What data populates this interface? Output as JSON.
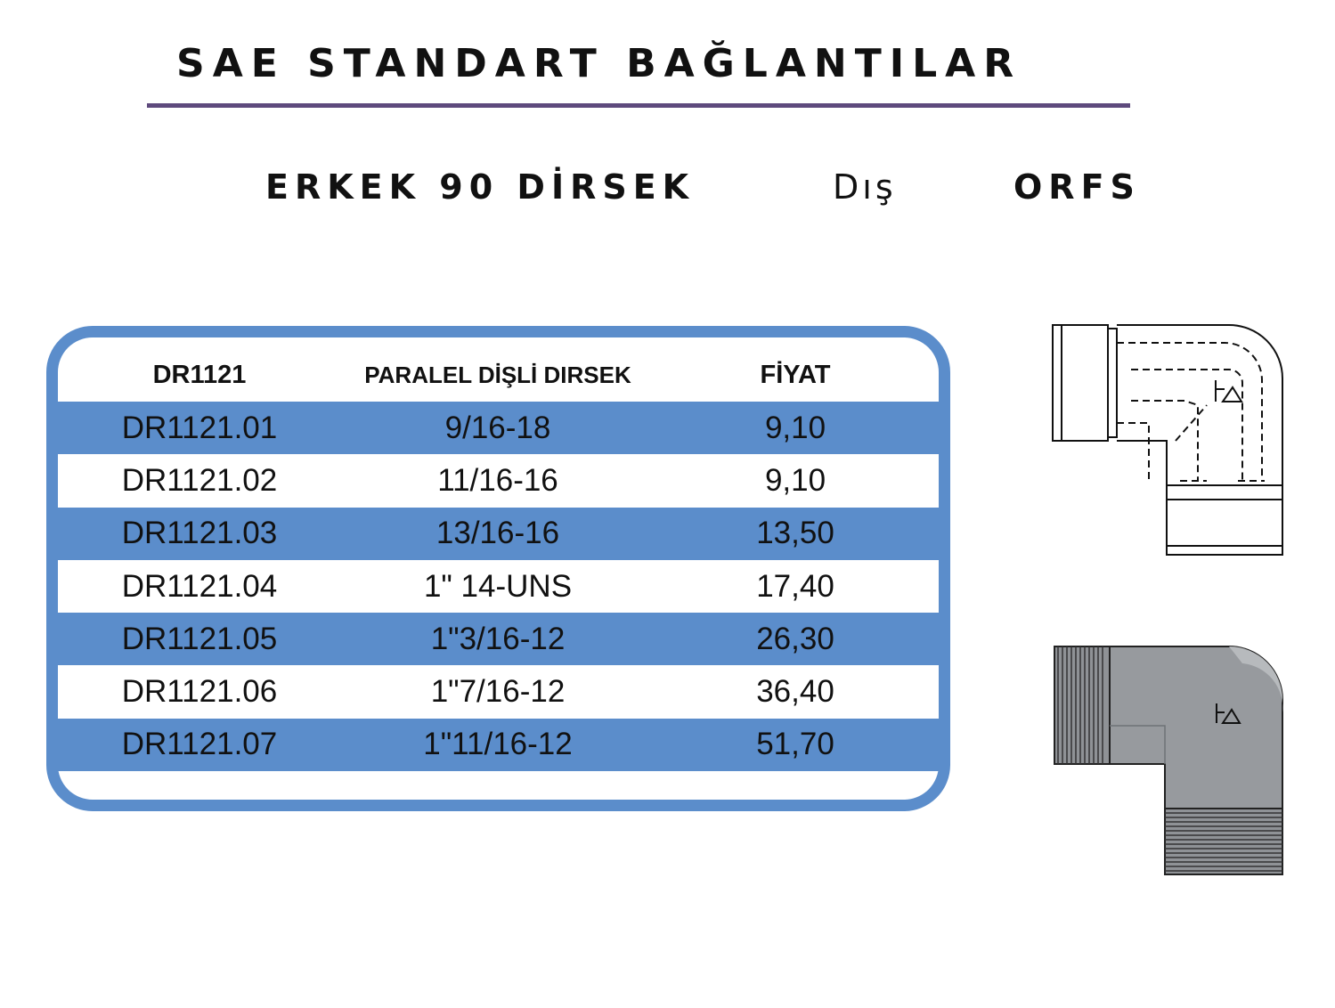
{
  "page": {
    "title": "SAE STANDART BAĞLANTILAR",
    "subtitle": {
      "part1": "ERKEK 90  DİRSEK",
      "part2": "Dış",
      "part3": "ORFS"
    }
  },
  "table": {
    "headers": [
      "DR1121",
      "PARALEL DİŞLİ  DIRSEK",
      "FİYAT"
    ],
    "rows": [
      [
        "DR1121.01",
        "9/16-18",
        "9,10"
      ],
      [
        "DR1121.02",
        "11/16-16",
        "9,10"
      ],
      [
        "DR1121.03",
        "13/16-16",
        "13,50"
      ],
      [
        "DR1121.04",
        "1\" 14-UNS",
        "17,40"
      ],
      [
        "DR1121.05",
        "1\"3/16-12",
        "26,30"
      ],
      [
        "DR1121.06",
        "1\"7/16-12",
        "36,40"
      ],
      [
        "DR1121.07",
        "1\"11/16-12",
        "51,70"
      ]
    ]
  },
  "colors": {
    "accent_blue": "#5b8dcb",
    "rule_purple": "#5e4a7d",
    "fitting_gray": "#8f9296"
  },
  "icons": [
    "elbow-fitting-technical-drawing",
    "elbow-fitting-rendered-image"
  ]
}
